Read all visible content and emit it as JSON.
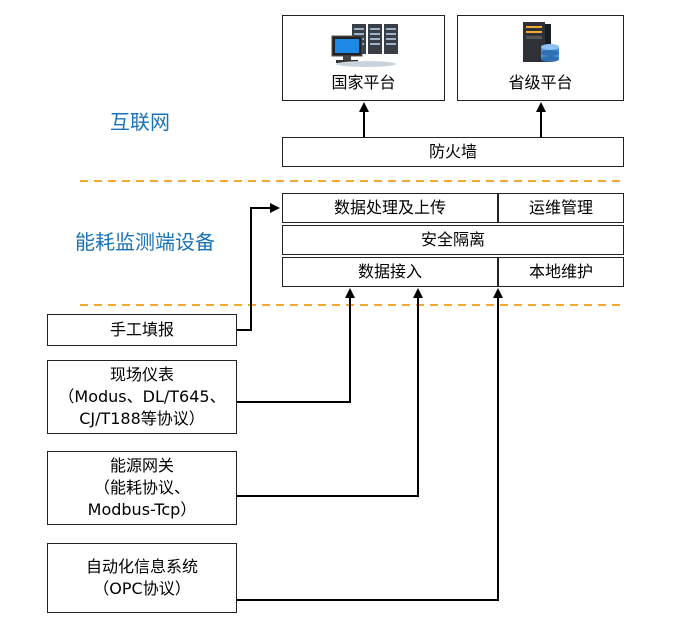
{
  "zones": {
    "internet": "互联网",
    "device": "能耗监测端设备"
  },
  "platforms": {
    "national": "国家平台",
    "provincial": "省级平台"
  },
  "firewall": "防火墙",
  "modules": {
    "data_processing_upload": "数据处理及上传",
    "ops_management": "运维管理",
    "security_isolation": "安全隔离",
    "data_access": "数据接入",
    "local_maintenance": "本地维护"
  },
  "sources": [
    {
      "lines": [
        "手工填报"
      ]
    },
    {
      "lines": [
        "现场仪表",
        "（Modus、DL/T645、",
        "CJ/T188等协议）"
      ]
    },
    {
      "lines": [
        "能源网关",
        "（能耗协议、",
        "Modbus-Tcp）"
      ]
    },
    {
      "lines": [
        "自动化信息系统",
        "（OPC协议）"
      ]
    }
  ],
  "icons": {
    "national": "server-desktop-icon",
    "provincial": "database-server-icon"
  },
  "colors": {
    "zone_label": "#1a73b8",
    "separator": "#f0a830",
    "border": "#222222"
  }
}
